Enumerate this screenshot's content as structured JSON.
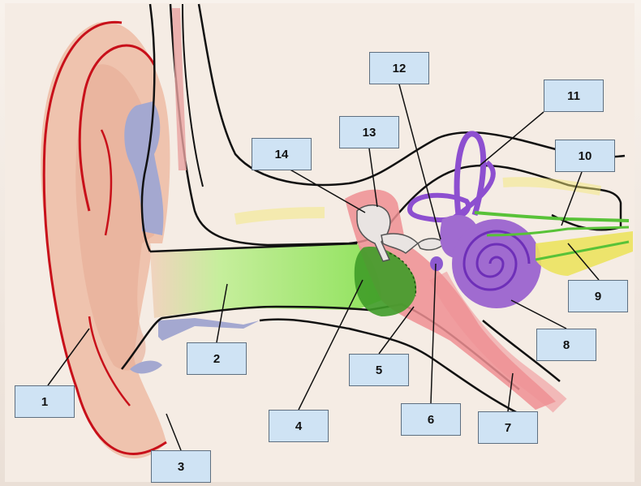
{
  "diagram": {
    "labels": [
      {
        "id": "1",
        "text": "1"
      },
      {
        "id": "2",
        "text": "2"
      },
      {
        "id": "3",
        "text": "3"
      },
      {
        "id": "4",
        "text": "4"
      },
      {
        "id": "5",
        "text": "5"
      },
      {
        "id": "6",
        "text": "6"
      },
      {
        "id": "7",
        "text": "7"
      },
      {
        "id": "8",
        "text": "8"
      },
      {
        "id": "9",
        "text": "9"
      },
      {
        "id": "10",
        "text": "10"
      },
      {
        "id": "11",
        "text": "11"
      },
      {
        "id": "12",
        "text": "12"
      },
      {
        "id": "13",
        "text": "13"
      },
      {
        "id": "14",
        "text": "14"
      }
    ],
    "colors": {
      "background": "#f6ede6",
      "skin": "#f1c9b7",
      "outline_red": "#c8101a",
      "cartilage": "#a4a8d0",
      "canal_green": "#8fe25c",
      "eardrum_green": "#3f9c28",
      "middle_ear_pink": "#ef8f93",
      "ossicles": "#e9e4e2",
      "inner_ear_purple": "#a06bd0",
      "nerve_green": "#58c238",
      "nerve_yellow": "#ece35e",
      "label_fill": "#cfe3f4",
      "label_border": "#5e6f80"
    }
  }
}
